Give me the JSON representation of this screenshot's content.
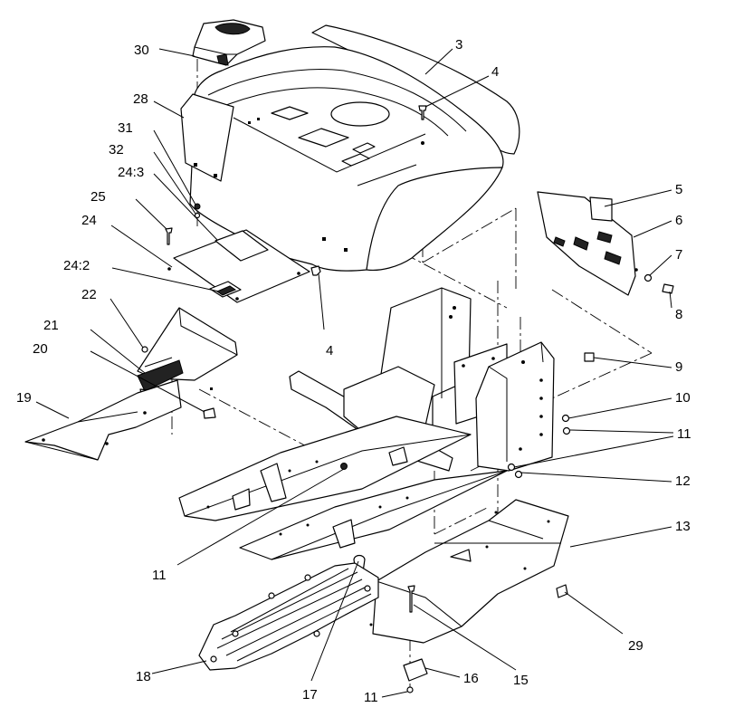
{
  "callouts": [
    {
      "id": "c30",
      "text": "30"
    },
    {
      "id": "c28",
      "text": "28"
    },
    {
      "id": "c31",
      "text": "31"
    },
    {
      "id": "c32",
      "text": "32"
    },
    {
      "id": "c24_3",
      "text": "24:3"
    },
    {
      "id": "c25",
      "text": "25"
    },
    {
      "id": "c24",
      "text": "24"
    },
    {
      "id": "c24_2",
      "text": "24:2"
    },
    {
      "id": "c22",
      "text": "22"
    },
    {
      "id": "c21",
      "text": "21"
    },
    {
      "id": "c20",
      "text": "20"
    },
    {
      "id": "c19",
      "text": "19"
    },
    {
      "id": "c3",
      "text": "3"
    },
    {
      "id": "c4a",
      "text": "4"
    },
    {
      "id": "c4b",
      "text": "4"
    },
    {
      "id": "c5",
      "text": "5"
    },
    {
      "id": "c6",
      "text": "6"
    },
    {
      "id": "c7",
      "text": "7"
    },
    {
      "id": "c8",
      "text": "8"
    },
    {
      "id": "c9",
      "text": "9"
    },
    {
      "id": "c10",
      "text": "10"
    },
    {
      "id": "c11a",
      "text": "11"
    },
    {
      "id": "c12",
      "text": "12"
    },
    {
      "id": "c13",
      "text": "13"
    },
    {
      "id": "c11b",
      "text": "11"
    },
    {
      "id": "c29",
      "text": "29"
    },
    {
      "id": "c18",
      "text": "18"
    },
    {
      "id": "c17",
      "text": "17"
    },
    {
      "id": "c15",
      "text": "15"
    },
    {
      "id": "c16",
      "text": "16"
    },
    {
      "id": "c11c",
      "text": "11"
    }
  ]
}
